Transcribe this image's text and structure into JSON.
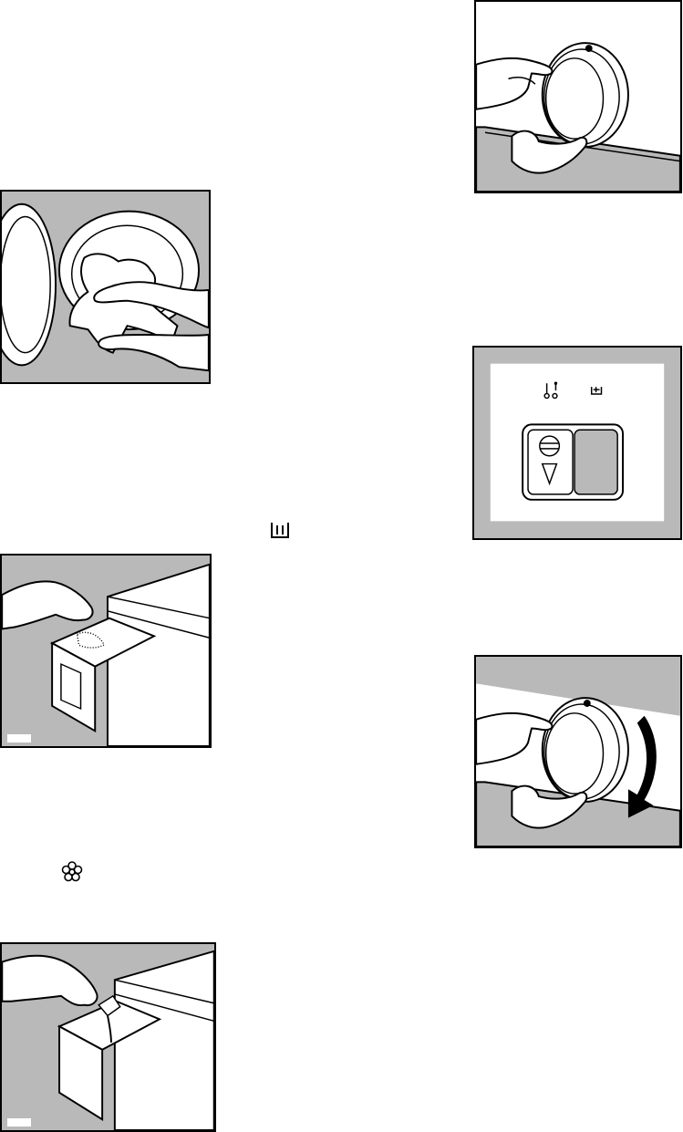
{
  "page": {
    "background": "#ffffff",
    "panel_fill": "#b9b9b9",
    "stroke": "#000000"
  },
  "symbols": {
    "main_wash_icon": "main-wash-compartment-symbol",
    "softener_icon": "fabric-softener-flower-symbol",
    "dispenser_icons": [
      "prewash-soak-symbol",
      "stain-symbol"
    ]
  }
}
